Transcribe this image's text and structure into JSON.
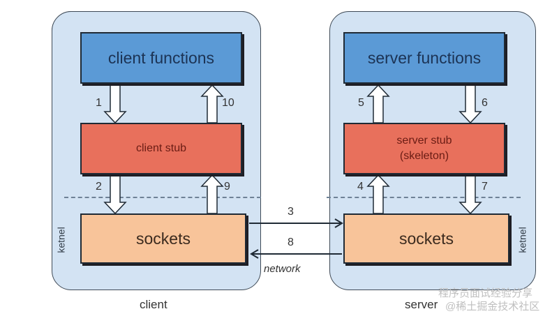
{
  "client": {
    "caption": "client",
    "functions_label": "client functions",
    "stub_label": "client stub",
    "sockets_label": "sockets",
    "kernel_label": "ketnel",
    "steps": {
      "s1": "1",
      "s10": "10",
      "s2": "2",
      "s9": "9"
    }
  },
  "server": {
    "caption": "server",
    "functions_label": "server functions",
    "stub_label_line1": "server stub",
    "stub_label_line2": "(skeleton)",
    "sockets_label": "sockets",
    "kernel_label": "ketnel",
    "steps": {
      "s5": "5",
      "s6": "6",
      "s4": "4",
      "s7": "7"
    }
  },
  "network": {
    "label": "network",
    "step_request": "3",
    "step_response": "8"
  },
  "watermark": {
    "line1": "程序员面试经验分享",
    "line2": "@稀土掘金技术社区"
  },
  "colors": {
    "panel": "#d3e3f3",
    "functions": "#5b9ad6",
    "stub": "#e8705c",
    "sockets": "#f8c49a"
  }
}
